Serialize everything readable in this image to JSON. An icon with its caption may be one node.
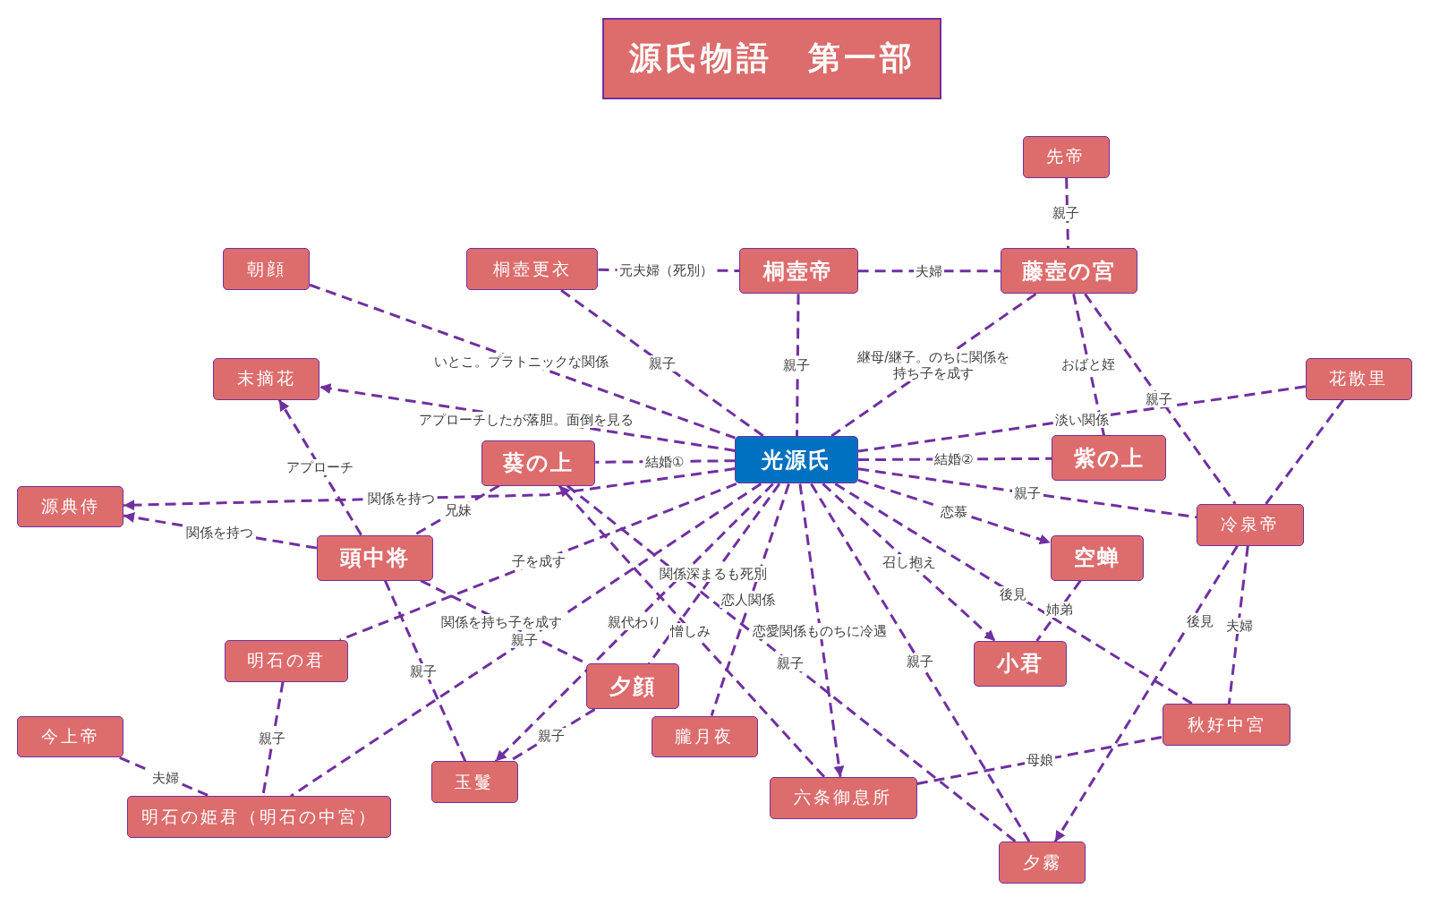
{
  "diagram": {
    "title": "源氏物語　第一部",
    "nodes": [
      {
        "text": [
          "先帝"
        ]
      },
      {
        "text": [
          "朝顔"
        ]
      },
      {
        "text": [
          "桐壺更衣"
        ]
      },
      {
        "text": [
          "桐壺帝"
        ]
      },
      {
        "text": [
          "藤壺の宮"
        ]
      },
      {
        "text": [
          "末摘花"
        ]
      },
      {
        "text": [
          "花散里"
        ]
      },
      {
        "text": [
          "源典侍"
        ]
      },
      {
        "text": [
          "葵の上"
        ]
      },
      {
        "text": [
          "光源氏"
        ]
      },
      {
        "text": [
          "紫の上"
        ]
      },
      {
        "text": [
          "頭中将"
        ]
      },
      {
        "text": [
          "冷泉帝"
        ]
      },
      {
        "text": [
          "空蝉"
        ]
      },
      {
        "text": [
          "明石の君"
        ]
      },
      {
        "text": [
          "夕顔"
        ]
      },
      {
        "text": [
          "小君"
        ]
      },
      {
        "text": [
          "今上帝"
        ]
      },
      {
        "text": [
          "朧月夜"
        ]
      },
      {
        "text": [
          "秋好中宮"
        ]
      },
      {
        "text": [
          "玉鬘"
        ]
      },
      {
        "text": [
          "明石の姫君（明石の中宮）"
        ]
      },
      {
        "text": [
          "六条御息所"
        ]
      },
      {
        "text": [
          "夕霧"
        ]
      }
    ],
    "edges": [
      {
        "from": 0,
        "to": 4,
        "arrow": "none",
        "label": "親子"
      },
      {
        "from": 2,
        "to": 3,
        "arrow": "none",
        "label": "元夫婦（死別）"
      },
      {
        "from": 3,
        "to": 4,
        "arrow": "none",
        "label": "夫婦"
      },
      {
        "from": 1,
        "to": 9,
        "arrow": "none",
        "label": "いとこ。プラトニックな関係"
      },
      {
        "from": 2,
        "to": 9,
        "arrow": "none",
        "label": "親子"
      },
      {
        "from": 3,
        "to": 9,
        "arrow": "none",
        "label": "親子"
      },
      {
        "from": 4,
        "to": 9,
        "arrow": "none",
        "label": "継母/継子。のちに関係を持ち子を成す"
      },
      {
        "from": 4,
        "to": 10,
        "arrow": "none",
        "label": "おばと姪"
      },
      {
        "from": 4,
        "to": 12,
        "arrow": "none",
        "label": "親子"
      },
      {
        "from": 9,
        "to": 5,
        "arrow": "to",
        "label": "アプローチしたが落胆。面倒を見る"
      },
      {
        "from": 6,
        "to": 9,
        "arrow": "none",
        "label": "淡い関係"
      },
      {
        "from": 6,
        "to": 12,
        "arrow": "none"
      },
      {
        "from": 9,
        "to": 8,
        "arrow": "none",
        "label": "結婚①"
      },
      {
        "from": 9,
        "to": 7,
        "arrow": "to",
        "label": "関係を持つ"
      },
      {
        "from": 8,
        "to": 11,
        "arrow": "none",
        "label": "兄妹"
      },
      {
        "from": 11,
        "to": 7,
        "arrow": "to",
        "label": "関係を持つ"
      },
      {
        "from": 11,
        "to": 5,
        "arrow": "to",
        "label": "アプローチ"
      },
      {
        "from": 9,
        "to": 10,
        "arrow": "none",
        "label": "結婚②"
      },
      {
        "from": 9,
        "to": 12,
        "arrow": "none",
        "label": "親子"
      },
      {
        "from": 9,
        "to": 13,
        "arrow": "to",
        "label": "恋慕"
      },
      {
        "from": 9,
        "to": 16,
        "arrow": "to",
        "label": "召し抱え"
      },
      {
        "from": 9,
        "to": 19,
        "arrow": "none",
        "label": "後見"
      },
      {
        "from": 13,
        "to": 16,
        "arrow": "none",
        "label": "姉弟"
      },
      {
        "from": 9,
        "to": 23,
        "arrow": "none",
        "label": "親子"
      },
      {
        "from": 9,
        "to": 22,
        "arrow": "to",
        "label": "恋愛関係ものちに冷遇"
      },
      {
        "from": 9,
        "to": 18,
        "arrow": "none",
        "label": "恋人関係"
      },
      {
        "from": 9,
        "to": 15,
        "arrow": "none",
        "label": "関係深まるも死別"
      },
      {
        "from": 9,
        "to": 20,
        "arrow": "to",
        "label": "親代わり"
      },
      {
        "from": 9,
        "to": 14,
        "arrow": "none",
        "label": "子を成す"
      },
      {
        "from": 9,
        "to": 21,
        "arrow": "none",
        "label": "親子"
      },
      {
        "from": 11,
        "to": 15,
        "arrow": "none",
        "label": "関係を持ち子を成す"
      },
      {
        "from": 11,
        "to": 20,
        "arrow": "none",
        "label": "親子"
      },
      {
        "from": 22,
        "to": 8,
        "arrow": "to",
        "label": "憎しみ"
      },
      {
        "from": 8,
        "to": 23,
        "arrow": "none",
        "label": "親子"
      },
      {
        "from": 15,
        "to": 20,
        "arrow": "none",
        "label": "親子"
      },
      {
        "from": 14,
        "to": 21,
        "arrow": "none",
        "label": "親子"
      },
      {
        "from": 17,
        "to": 21,
        "arrow": "none",
        "label": "夫婦"
      },
      {
        "from": 22,
        "to": 19,
        "arrow": "none",
        "label": "母娘"
      },
      {
        "from": 12,
        "to": 23,
        "arrow": "to",
        "label": "後見"
      },
      {
        "from": 12,
        "to": 19,
        "arrow": "none",
        "label": "夫婦"
      }
    ]
  }
}
